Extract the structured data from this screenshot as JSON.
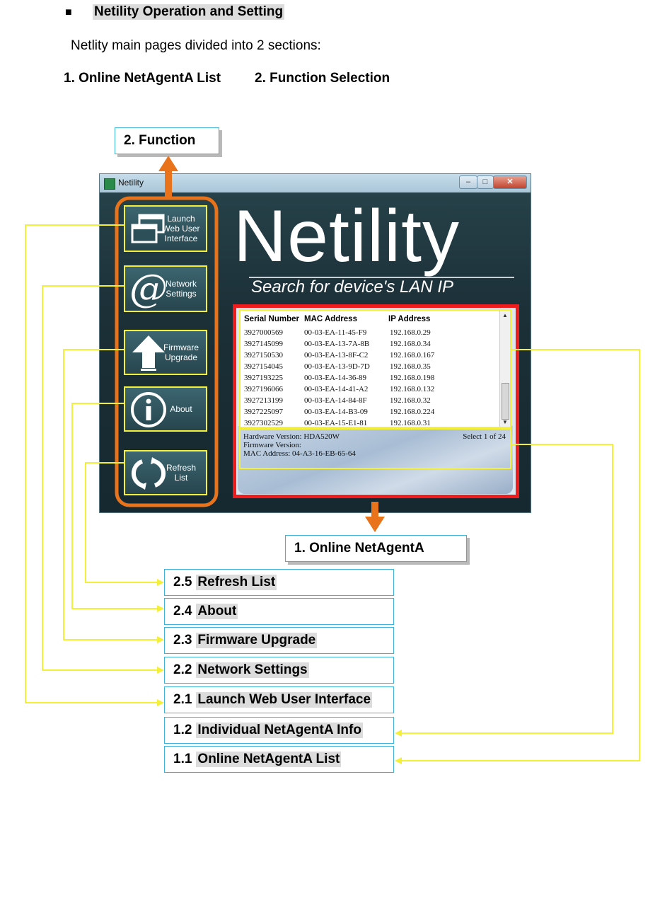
{
  "doc": {
    "bullet": "■",
    "heading": "Netility Operation and Setting",
    "intro": "Netlity main pages divided into 2 sections:",
    "section1": "1. Online NetAgentA List",
    "section2": "2. Function Selection",
    "callout_function": "2. Function",
    "callout_online": "1. Online NetAgentA"
  },
  "window": {
    "title": "Netility",
    "logo": "Netility",
    "tagline": "Search for device's LAN IP",
    "buttons": [
      {
        "label": "Launch Web User Interface",
        "icon": "windows-icon"
      },
      {
        "label": "Network Settings",
        "icon": "at-sign-icon"
      },
      {
        "label": "Firmware Upgrade",
        "icon": "up-arrow-icon"
      },
      {
        "label": "About",
        "icon": "info-icon"
      },
      {
        "label": "Refresh List",
        "icon": "refresh-icon"
      }
    ],
    "table": {
      "headers": [
        "Serial Number",
        "MAC Address",
        "IP Address"
      ],
      "rows": [
        [
          "3927000569",
          "00-03-EA-11-45-F9",
          "192.168.0.29"
        ],
        [
          "3927145099",
          "00-03-EA-13-7A-8B",
          "192.168.0.34"
        ],
        [
          "3927150530",
          "00-03-EA-13-8F-C2",
          "192.168.0.167"
        ],
        [
          "3927154045",
          "00-03-EA-13-9D-7D",
          "192.168.0.35"
        ],
        [
          "3927193225",
          "00-03-EA-14-36-89",
          "192.168.0.198"
        ],
        [
          "3927196066",
          "00-03-EA-14-41-A2",
          "192.168.0.132"
        ],
        [
          "3927213199",
          "00-03-EA-14-84-8F",
          "192.168.0.32"
        ],
        [
          "3927225097",
          "00-03-EA-14-B3-09",
          "192.168.0.224"
        ],
        [
          "3927302529",
          "00-03-EA-15-E1-81",
          "192.168.0.31"
        ]
      ]
    },
    "info": {
      "hardware": "Hardware Version: HDA520W",
      "firmware": "Firmware Version:",
      "mac": "MAC Address: 04-A3-16-EB-65-64",
      "selection": "Select 1 of 24"
    }
  },
  "legend": [
    {
      "num": "2.5",
      "text": "Refresh List"
    },
    {
      "num": "2.4",
      "text": "About"
    },
    {
      "num": "2.3",
      "text": "Firmware Upgrade"
    },
    {
      "num": "2.2",
      "text": "Network Settings"
    },
    {
      "num": "2.1",
      "text": "Launch Web User Interface"
    },
    {
      "num": "1.2",
      "text": "Individual NetAgentA Info"
    },
    {
      "num": "1.1",
      "text": "Online NetAgentA List"
    }
  ],
  "colors": {
    "highlight": "#f4f03a",
    "orange": "#e8731a",
    "red": "#ee1c1c",
    "cyan": "#3fb4d8"
  }
}
